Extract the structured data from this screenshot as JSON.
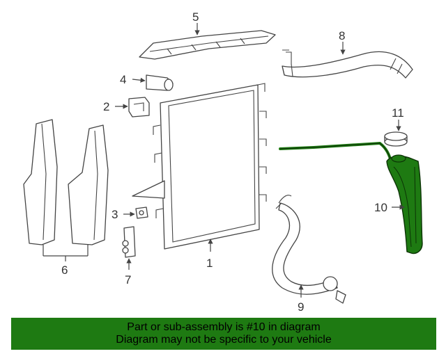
{
  "diagram": {
    "callouts": {
      "c1": "1",
      "c2": "2",
      "c3": "3",
      "c4": "4",
      "c5": "5",
      "c6": "6",
      "c7": "7",
      "c8": "8",
      "c9": "9",
      "c10": "10",
      "c11": "11"
    },
    "highlight_color": "#1e7a12",
    "highlighted_part": "10"
  },
  "banner": {
    "line1": "Part or sub-assembly is #10 in diagram",
    "line2": "Diagram may not be specific to your vehicle",
    "background": "#1e7a12"
  }
}
